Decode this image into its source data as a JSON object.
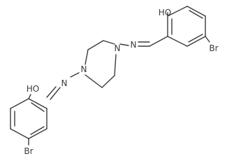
{
  "structure": {
    "atoms": {
      "oh_top": "HO",
      "br_top": "Br",
      "n_imine_top": "N",
      "n_ring_top": "N",
      "n_ring_bottom": "N",
      "n_imine_bottom": "N",
      "oh_bottom": "HO",
      "br_bottom": "Br"
    }
  }
}
